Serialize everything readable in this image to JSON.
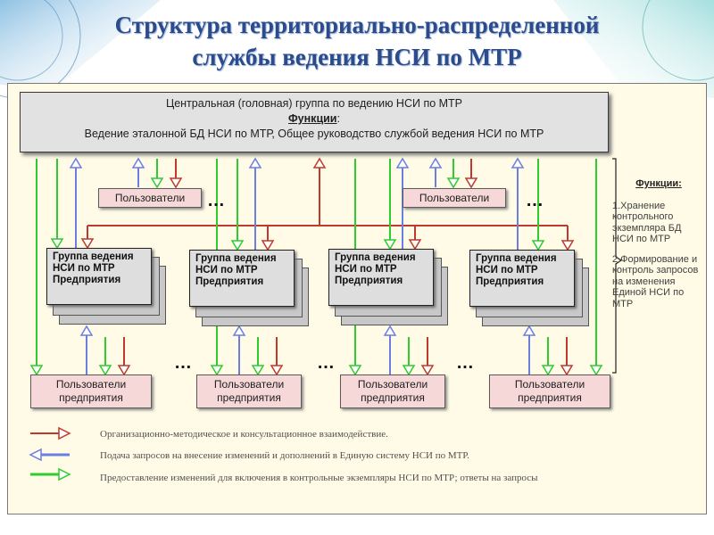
{
  "title": {
    "line1": "Структура территориально-распределенной",
    "line2": "службы ведения НСИ по МТР"
  },
  "central": {
    "name": "Центральная (головная) группа по ведению НСИ по МТР",
    "functions_label": "Функции",
    "functions_colon": ":",
    "functions_text": "Ведение эталонной БД НСИ по МТР, Общее руководство службой ведения НСИ по МТР"
  },
  "users_top": [
    "Пользователи",
    "Пользователи"
  ],
  "groups": [
    {
      "label": "Группа ведения НСИ по МТР Предприятия"
    },
    {
      "label": "Группа ведения НСИ по МТР Предприятия"
    },
    {
      "label": "Группа ведения НСИ по МТР Предприятия"
    },
    {
      "label": "Группа ведения НСИ по МТР Предприятия"
    }
  ],
  "users_enterprise": [
    "Пользователи предприятия",
    "Пользователи предприятия",
    "Пользователи предприятия",
    "Пользователи предприятия"
  ],
  "ellipsis": "…",
  "side_functions": {
    "heading": "Функции:",
    "items": [
      "1.Хранение контрольного экземпляра БД НСИ по МТР",
      "2.Формирование и контроль запросов на изменения Единой НСИ по МТР"
    ]
  },
  "legend": [
    {
      "color": "#c0392b",
      "text": "Организационно-методическое и консультационное взаимодействие."
    },
    {
      "color": "#6a7fe0",
      "text": "Подача запросов на внесение изменений и дополнений в Единую систему НСИ по МТР."
    },
    {
      "color": "#2ecc2e",
      "text": "Предоставление изменений для включения в контрольные экземпляры НСИ по МТР; ответы на запросы"
    }
  ],
  "colors": {
    "title": "#2b4b8c",
    "panel": "#fffbe6",
    "red_arrow": "#c0392b",
    "blue_arrow": "#6a7fe0",
    "green_arrow": "#2ecc2e",
    "users_fill": "#f7d8d8",
    "group_fill": "#dedede"
  },
  "icons": [
    "arrow-up-icon",
    "arrow-down-icon"
  ]
}
